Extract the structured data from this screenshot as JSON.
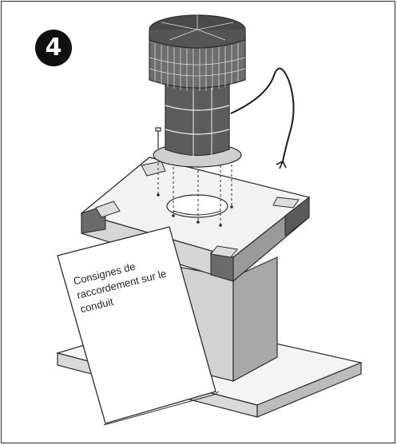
{
  "step": {
    "number": "4"
  },
  "document": {
    "lines": [
      "Consignes de",
      "raccordement sur le",
      "conduit"
    ]
  },
  "colors": {
    "stroke": "#2b2b2b",
    "light_gray": "#f0f0f0",
    "mid_gray": "#c8c8c8",
    "dark_gray": "#4a4a4a",
    "fan_body": "#5c5c5c"
  }
}
